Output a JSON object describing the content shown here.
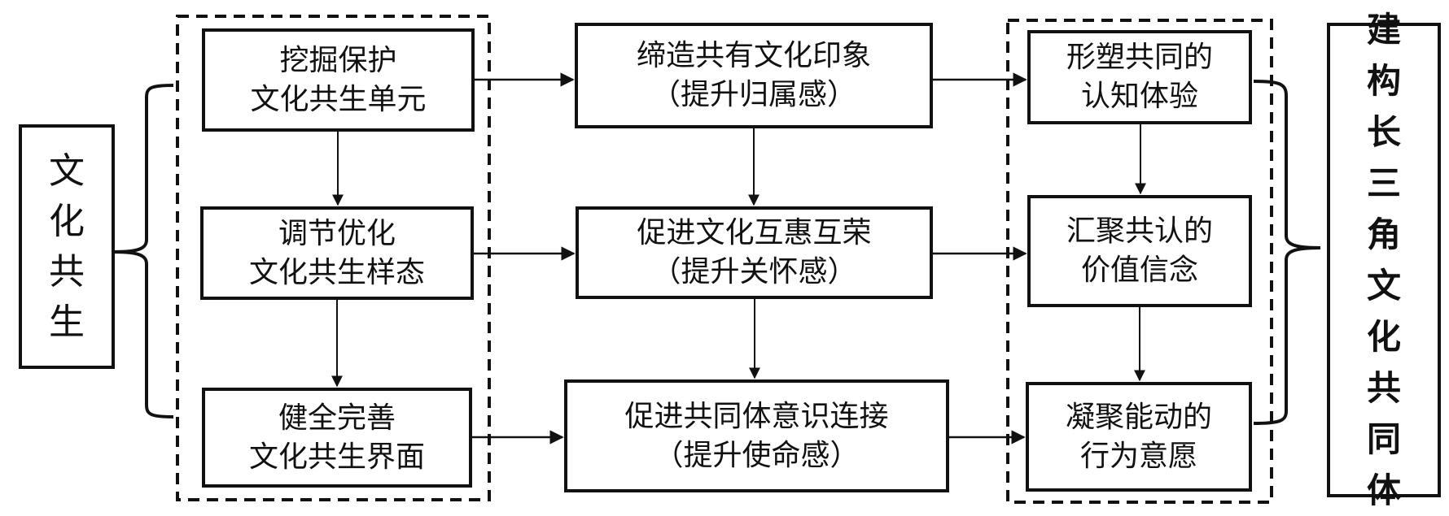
{
  "left_node": {
    "label": [
      "文",
      "化",
      "共",
      "生"
    ]
  },
  "right_node": {
    "label": [
      "建",
      "构",
      "长",
      "三",
      "角",
      "文",
      "化",
      "共",
      "同",
      "体"
    ]
  },
  "column_a": [
    {
      "lines": [
        "挖掘保护",
        "文化共生单元"
      ]
    },
    {
      "lines": [
        "调节优化",
        "文化共生样态"
      ]
    },
    {
      "lines": [
        "健全完善",
        "文化共生界面"
      ]
    }
  ],
  "column_b": [
    {
      "lines": [
        "缔造共有文化印象",
        "（提升归属感）"
      ]
    },
    {
      "lines": [
        "促进文化互惠互荣",
        "（提升关怀感）"
      ]
    },
    {
      "lines": [
        "促进共同体意识连接",
        "（提升使命感）"
      ]
    }
  ],
  "column_c": [
    {
      "lines": [
        "形塑共同的",
        "认知体验"
      ]
    },
    {
      "lines": [
        "汇聚共认的",
        "价值信念"
      ]
    },
    {
      "lines": [
        "凝聚能动的",
        "行为意愿"
      ]
    }
  ]
}
